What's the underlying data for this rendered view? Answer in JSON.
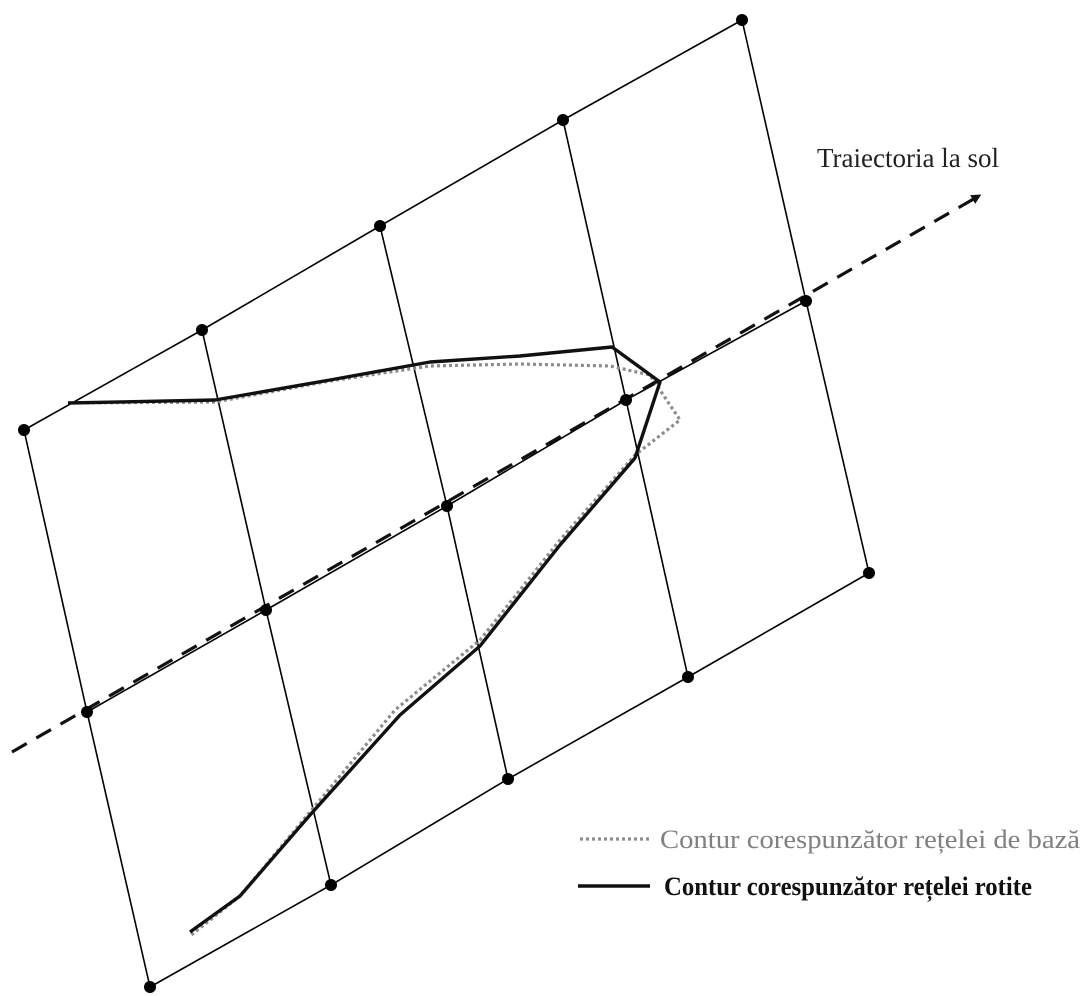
{
  "diagram": {
    "trajectory_label": "Traiectoria la  sol",
    "legend": {
      "base_contour_label": "Contur corespunzător rețelei de bază",
      "rotated_contour_label": "Contur corespunzător rețelei rotite"
    },
    "colors": {
      "grid": "#000000",
      "base_contour": "#8c8c8c",
      "rotated_contour": "#111111",
      "trajectory": "#111111"
    }
  }
}
